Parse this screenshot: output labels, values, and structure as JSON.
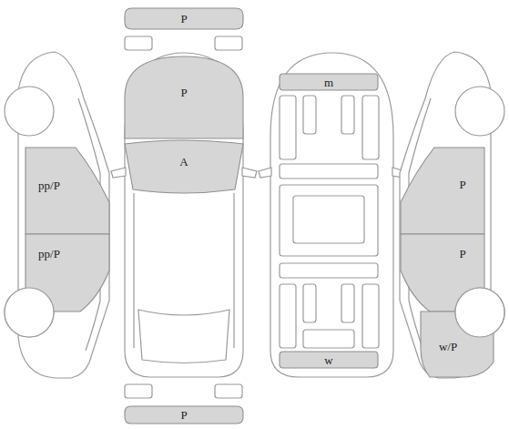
{
  "diagram": {
    "nodes": [
      {
        "text": [
          "P"
        ]
      },
      {
        "text": [
          "P"
        ]
      },
      {
        "text": [
          "m"
        ]
      },
      {
        "text": [
          "A"
        ]
      },
      {
        "text": [
          "pp/P"
        ]
      },
      {
        "text": [
          "P"
        ]
      },
      {
        "text": [
          "pp/P"
        ]
      },
      {
        "text": [
          "P"
        ]
      },
      {
        "text": [
          "w/P"
        ]
      },
      {
        "text": [
          "w"
        ]
      },
      {
        "text": [
          "P"
        ]
      }
    ]
  }
}
